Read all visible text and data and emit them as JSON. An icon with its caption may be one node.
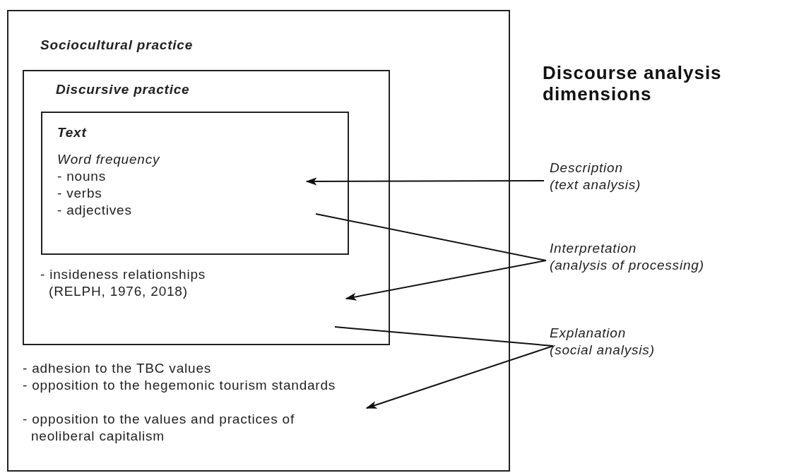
{
  "diagram": {
    "title": "Discourse analysis dimensions",
    "nodes": [
      {
        "text": [
          "Sociocultural practice",
          "- adhesion to the TBC values",
          "- opposition to the hegemonic tourism standards",
          "- opposition to the values and practices of neoliberal capitalism"
        ]
      },
      {
        "text": [
          "Discursive practice",
          "- insideness relationships (RELPH, 1976, 2018)"
        ],
        "in": 0
      },
      {
        "text": [
          "Text",
          "Word frequency",
          "- nouns",
          "- verbs",
          "- adjectives"
        ],
        "in": 1
      },
      {
        "text": [
          "Description",
          "(text analysis)"
        ]
      },
      {
        "text": [
          "Interpretation",
          "(analysis of processing)"
        ]
      },
      {
        "text": [
          "Explanation",
          "(social analysis)"
        ]
      }
    ],
    "edges": [
      {
        "from": 3,
        "to": 2,
        "arrow": "to"
      },
      {
        "from": 2,
        "to": 4,
        "arrow": "none"
      },
      {
        "from": 4,
        "to": 1,
        "arrow": "to"
      },
      {
        "from": 1,
        "to": 5,
        "arrow": "none"
      },
      {
        "from": 5,
        "to": 0,
        "arrow": "to"
      }
    ]
  }
}
